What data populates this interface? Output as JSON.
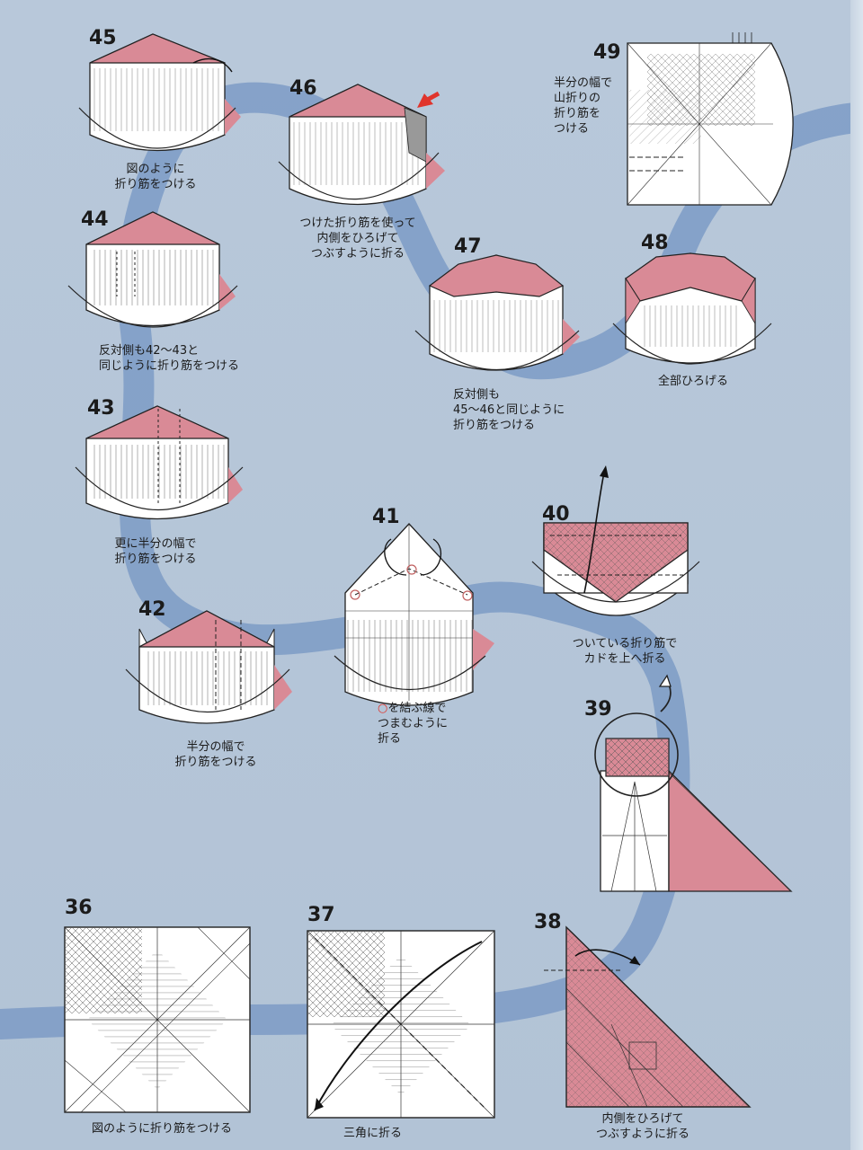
{
  "steps": [
    {
      "id": "36",
      "number": "36",
      "caption": "図のように折り筋をつける"
    },
    {
      "id": "37",
      "number": "37",
      "caption": "三角に折る"
    },
    {
      "id": "38",
      "number": "38",
      "caption": "内側をひろげて\nつぶすように折る"
    },
    {
      "id": "39",
      "number": "39",
      "caption": ""
    },
    {
      "id": "40",
      "number": "40",
      "caption": "ついている折り筋で\nカドを上へ折る"
    },
    {
      "id": "41",
      "number": "41",
      "caption_mark": "○",
      "caption": "を結ぶ線で\nつまむように\n折る"
    },
    {
      "id": "42",
      "number": "42",
      "caption": "半分の幅で\n折り筋をつける"
    },
    {
      "id": "43",
      "number": "43",
      "caption": "更に半分の幅で\n折り筋をつける"
    },
    {
      "id": "44",
      "number": "44",
      "caption": "反対側も42〜43と\n同じように折り筋をつける"
    },
    {
      "id": "45",
      "number": "45",
      "caption": "図のように\n折り筋をつける"
    },
    {
      "id": "46",
      "number": "46",
      "caption": "つけた折り筋を使って\n内側をひろげて\nつぶすように折る"
    },
    {
      "id": "47",
      "number": "47",
      "caption": "反対側も\n45〜46と同じように\n折り筋をつける"
    },
    {
      "id": "48",
      "number": "48",
      "caption": "全部ひろげる"
    },
    {
      "id": "49",
      "number": "49",
      "caption": "半分の幅で\n山折りの\n折り筋を\nつける"
    }
  ],
  "colors": {
    "background": "#b6c6d8",
    "path": "#7d9bc6",
    "paper_pink": "#d98a96",
    "paper_white": "#ffffff",
    "line": "#2a2a2a",
    "arrow_red": "#e0342c"
  }
}
